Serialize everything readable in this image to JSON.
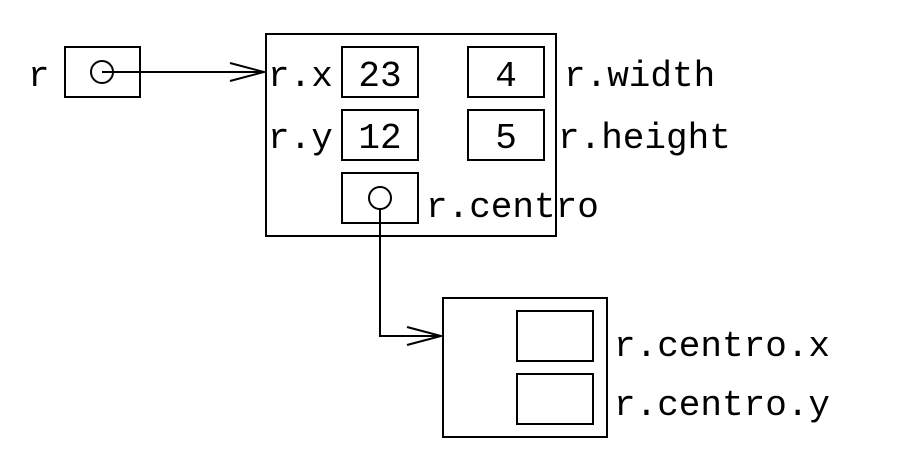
{
  "variable": {
    "name": "r"
  },
  "rect_fields": {
    "x_label": "r.x",
    "x_value": "23",
    "y_label": "r.y",
    "y_value": "12",
    "width_label": "r.width",
    "width_value": "4",
    "height_label": "r.height",
    "height_value": "5",
    "centro_label": "r.centro"
  },
  "point_fields": {
    "x_label": "r.centro.x",
    "y_label": "r.centro.y"
  }
}
